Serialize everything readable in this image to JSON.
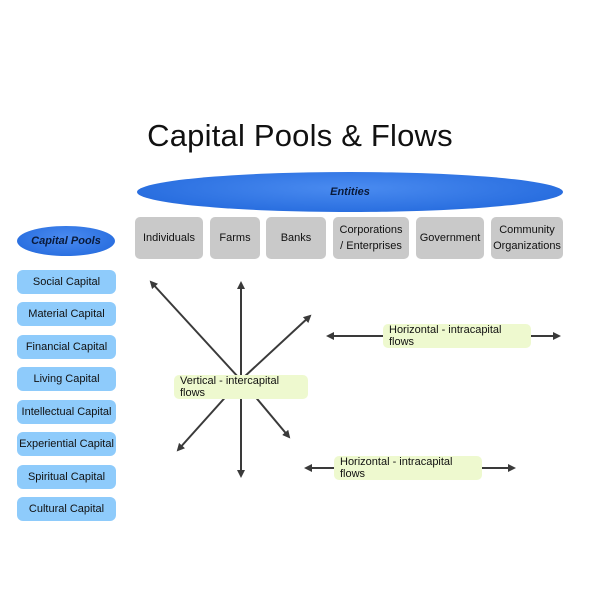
{
  "title": "Capital Pools & Flows",
  "entities": {
    "header": "Entities",
    "items": [
      {
        "label": "Individuals"
      },
      {
        "label": "Farms"
      },
      {
        "label": "Banks"
      },
      {
        "label": "Corporations / Enterprises"
      },
      {
        "label": "Government"
      },
      {
        "label": "Community Organizations"
      }
    ]
  },
  "capital_pools": {
    "header": "Capital Pools",
    "items": [
      {
        "label": "Social Capital"
      },
      {
        "label": "Material Capital"
      },
      {
        "label": "Financial Capital"
      },
      {
        "label": "Living Capital"
      },
      {
        "label": "Intellectual Capital"
      },
      {
        "label": "Experiential Capital"
      },
      {
        "label": "Spiritual Capital"
      },
      {
        "label": "Cultural Capital"
      }
    ]
  },
  "flows": {
    "vertical": "Vertical - intercapital flows",
    "horizontal_top": "Horizontal - intracapital flows",
    "horizontal_bottom": "Horizontal - intracapital flows"
  },
  "colors": {
    "banner_blue": "#2a6fe0",
    "pool_blue": "#8ecbfb",
    "entity_gray": "#c9c9c9",
    "flow_label_green": "#eef9cf",
    "arrow": "#3a3a3a"
  }
}
